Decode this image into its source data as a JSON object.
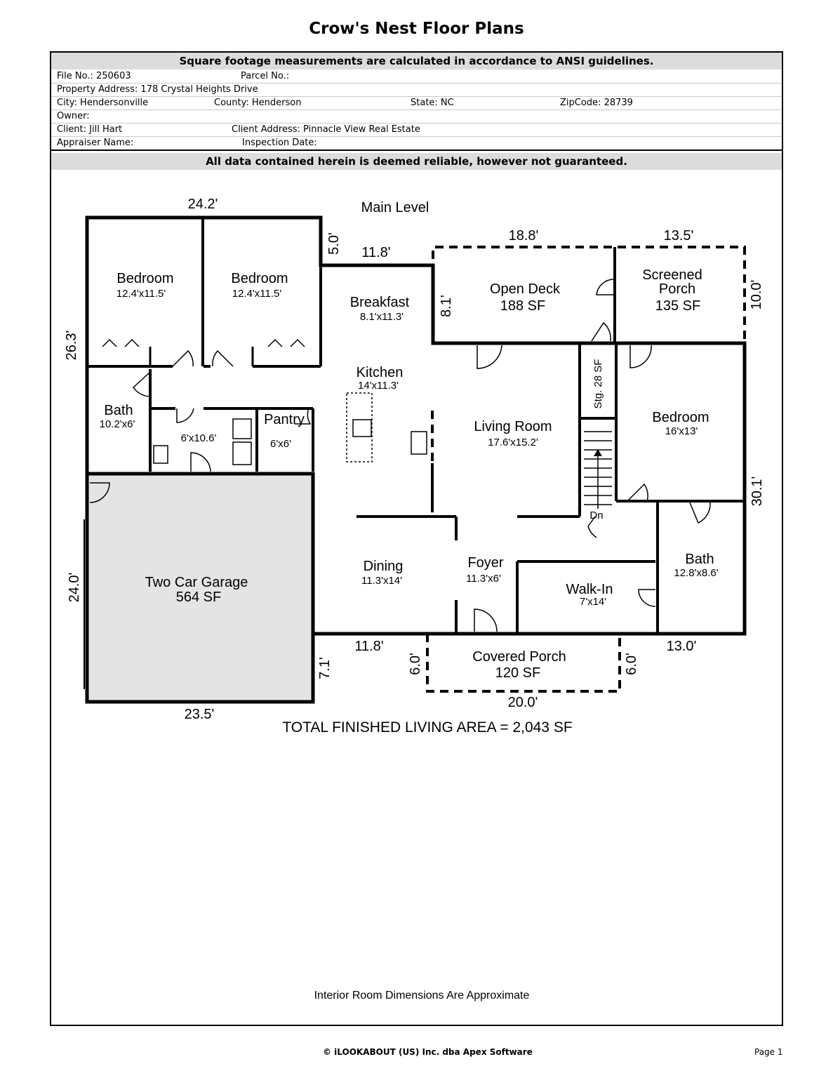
{
  "title": "Crow's Nest Floor Plans",
  "header": {
    "ansi_note": "Square footage measurements are calculated in accordance to ANSI guidelines.",
    "reliability_note": "All data contained herein is deemed reliable, however not guaranteed.",
    "file_no": "File No.: 250603",
    "parcel_no": "Parcel No.:",
    "property_address": "Property Address: 178 Crystal Heights Drive",
    "city": "City: Hendersonville",
    "county": "County: Henderson",
    "state": "State: NC",
    "zipcode": "ZipCode: 28739",
    "owner": "Owner:",
    "client": "Client: Jill Hart",
    "client_address": "Client Address: Pinnacle View Real Estate",
    "appraiser": "Appraiser Name:",
    "inspection_date": "Inspection Date:"
  },
  "plan": {
    "level": "Main Level",
    "rooms": {
      "bedroom1": {
        "name": "Bedroom",
        "dims": "12.4'x11.5'"
      },
      "bedroom2": {
        "name": "Bedroom",
        "dims": "12.4'x11.5'"
      },
      "breakfast": {
        "name": "Breakfast",
        "dims": "8.1'x11.3'"
      },
      "open_deck": {
        "name": "Open Deck",
        "area": "188 SF"
      },
      "screened_porch": {
        "name1": "Screened",
        "name2": "Porch",
        "area": "135 SF"
      },
      "kitchen": {
        "name": "Kitchen",
        "dims": "14'x11.3'"
      },
      "storage": {
        "label": "Stg. 28 SF"
      },
      "bath1": {
        "name": "Bath",
        "dims": "10.2'x6'"
      },
      "laundry": {
        "dims": "6'x10.6'"
      },
      "pantry": {
        "name": "Pantry",
        "dims": "6'x6'"
      },
      "living": {
        "name": "Living Room",
        "dims": "17.6'x15.2'"
      },
      "bedroom3": {
        "name": "Bedroom",
        "dims": "16'x13'"
      },
      "stairs_down": "Dn",
      "garage": {
        "name": "Two Car Garage",
        "area": "564 SF"
      },
      "dining": {
        "name": "Dining",
        "dims": "11.3'x14'"
      },
      "foyer": {
        "name": "Foyer",
        "dims": "11.3'x6'"
      },
      "walkin": {
        "name": "Walk-In",
        "dims": "7'x14'"
      },
      "bath2": {
        "name": "Bath",
        "dims": "12.8'x8.6'"
      },
      "covered_porch": {
        "name": "Covered Porch",
        "area": "120 SF"
      }
    },
    "dimensions": {
      "top_left": "24.2'",
      "notch_v": "5.0'",
      "notch_h": "11.8'",
      "deck_w": "18.8'",
      "porch_w": "13.5'",
      "deck_h": "8.1'",
      "porch_h": "10.0'",
      "left_side": "26.3'",
      "right_side": "30.1'",
      "garage_side": "24.0'",
      "bottom_mid": "11.8'",
      "bottom_right": "13.0'",
      "garage_notch": "7.1'",
      "garage_bottom": "23.5'",
      "cp_left": "6.0'",
      "cp_right": "6.0'",
      "cp_bottom": "20.0'"
    },
    "total": "TOTAL FINISHED LIVING AREA = 2,043 SF",
    "approx_note": "Interior Room Dimensions Are Approximate"
  },
  "footer": {
    "copyright": "© iLOOKABOUT (US) Inc. dba Apex Software",
    "page": "Page 1"
  }
}
